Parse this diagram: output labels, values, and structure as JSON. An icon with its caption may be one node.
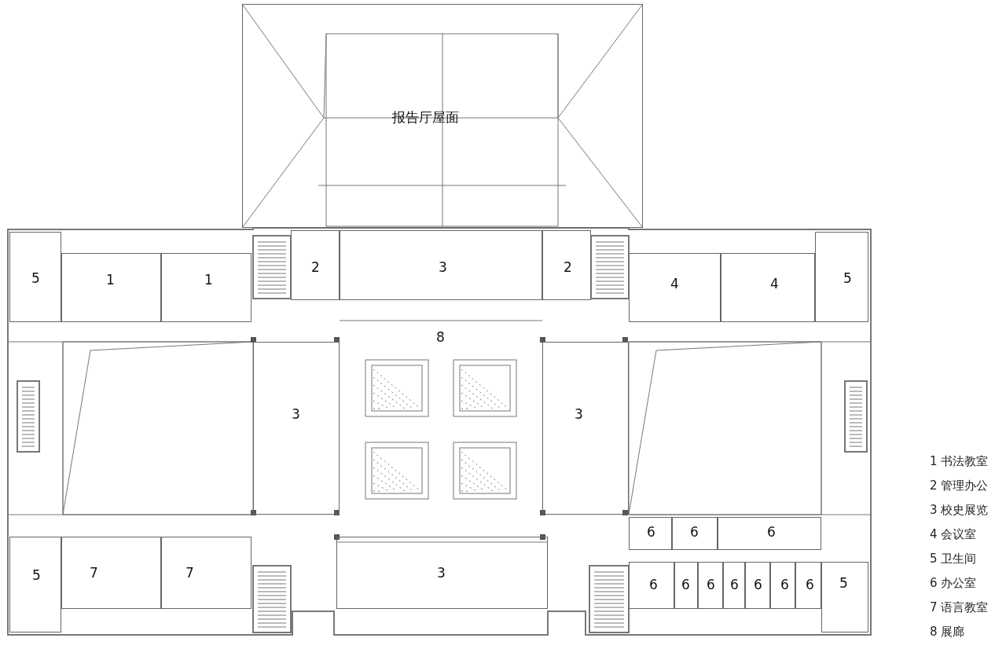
{
  "diagram": {
    "nodes": [
      {
        "text": [
          "报告厅屋面"
        ]
      },
      {
        "text": [
          "5"
        ]
      },
      {
        "text": [
          "1"
        ]
      },
      {
        "text": [
          "1"
        ]
      },
      {
        "text": [
          "2"
        ]
      },
      {
        "text": [
          "3"
        ]
      },
      {
        "text": [
          "2"
        ]
      },
      {
        "text": [
          "4"
        ]
      },
      {
        "text": [
          "4"
        ]
      },
      {
        "text": [
          "5"
        ]
      },
      {
        "text": [
          "8"
        ]
      },
      {
        "text": [
          "3"
        ]
      },
      {
        "text": [
          "3"
        ]
      },
      {
        "text": [
          "6"
        ]
      },
      {
        "text": [
          "6"
        ]
      },
      {
        "text": [
          "6"
        ]
      },
      {
        "text": [
          "5"
        ]
      },
      {
        "text": [
          "7"
        ]
      },
      {
        "text": [
          "7"
        ]
      },
      {
        "text": [
          "3"
        ]
      },
      {
        "text": [
          "6"
        ]
      },
      {
        "text": [
          "6"
        ]
      },
      {
        "text": [
          "6"
        ]
      },
      {
        "text": [
          "6"
        ]
      },
      {
        "text": [
          "6"
        ]
      },
      {
        "text": [
          "6"
        ]
      },
      {
        "text": [
          "6"
        ]
      },
      {
        "text": [
          "5"
        ]
      }
    ],
    "edges": [],
    "labels": [
      "1 书法教室",
      "2 管理办公",
      "3 校史展览",
      "4 会议室",
      "5 卫生间",
      "6 办公室",
      "7 语言教室",
      "8 展廊"
    ]
  }
}
